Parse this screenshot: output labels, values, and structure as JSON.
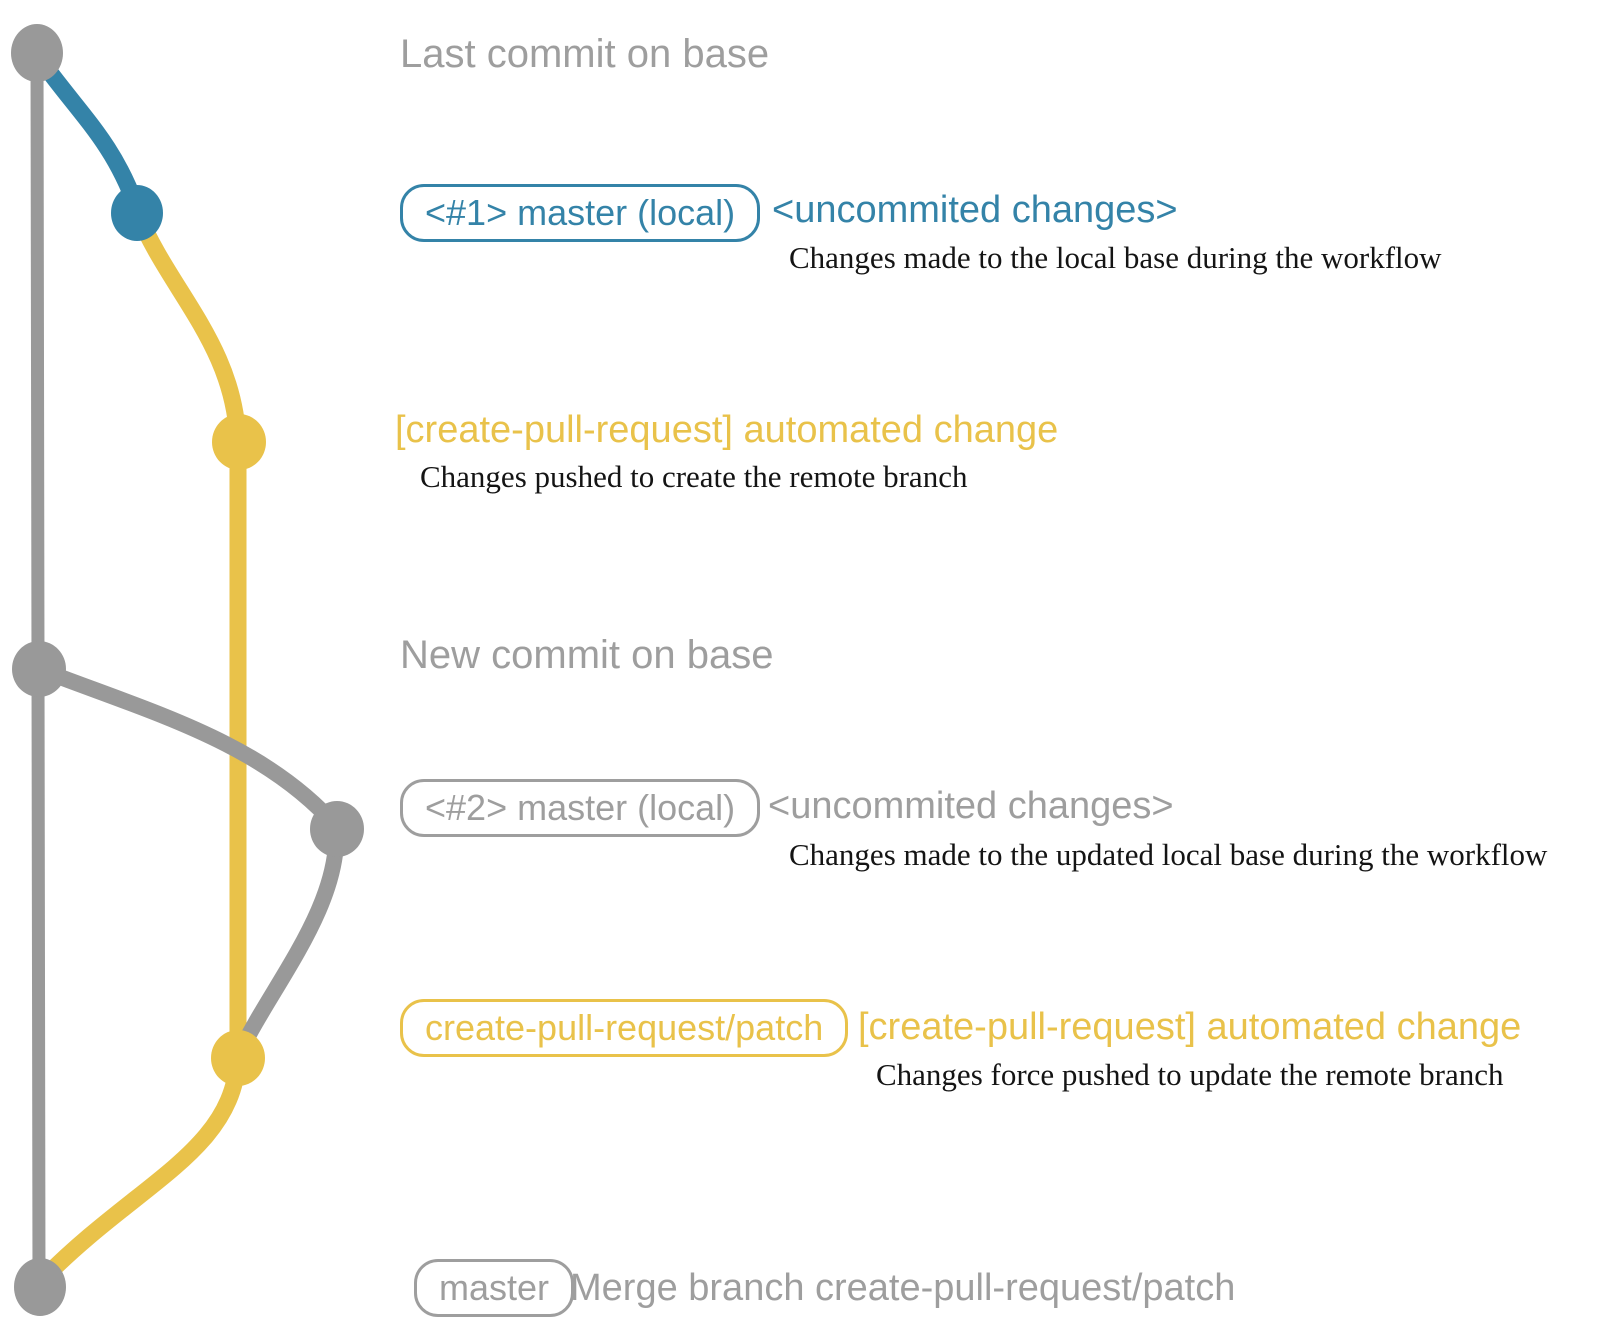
{
  "colors": {
    "gray": "#999999",
    "blue": "#3483a8",
    "yellow": "#e9c24a",
    "label_gray": "#9e9e9e",
    "desc_black": "#141414",
    "background": "#ffffff"
  },
  "rows": [
    {
      "header": "Last commit on base"
    },
    {
      "badge": "<#1> master (local)",
      "note": "<uncommited changes>",
      "desc": "Changes made to the local base during the workflow"
    },
    {
      "note": "[create-pull-request] automated change",
      "desc": "Changes pushed to create the remote branch"
    },
    {
      "header": "New commit on base"
    },
    {
      "badge": "<#2> master (local)",
      "note": "<uncommited changes>",
      "desc": "Changes made to the updated local base during the workflow"
    },
    {
      "badge": "create-pull-request/patch",
      "note": "[create-pull-request] automated change",
      "desc": "Changes force pushed to update the remote branch"
    },
    {
      "badge": "master",
      "note": "Merge branch create-pull-request/patch"
    }
  ]
}
